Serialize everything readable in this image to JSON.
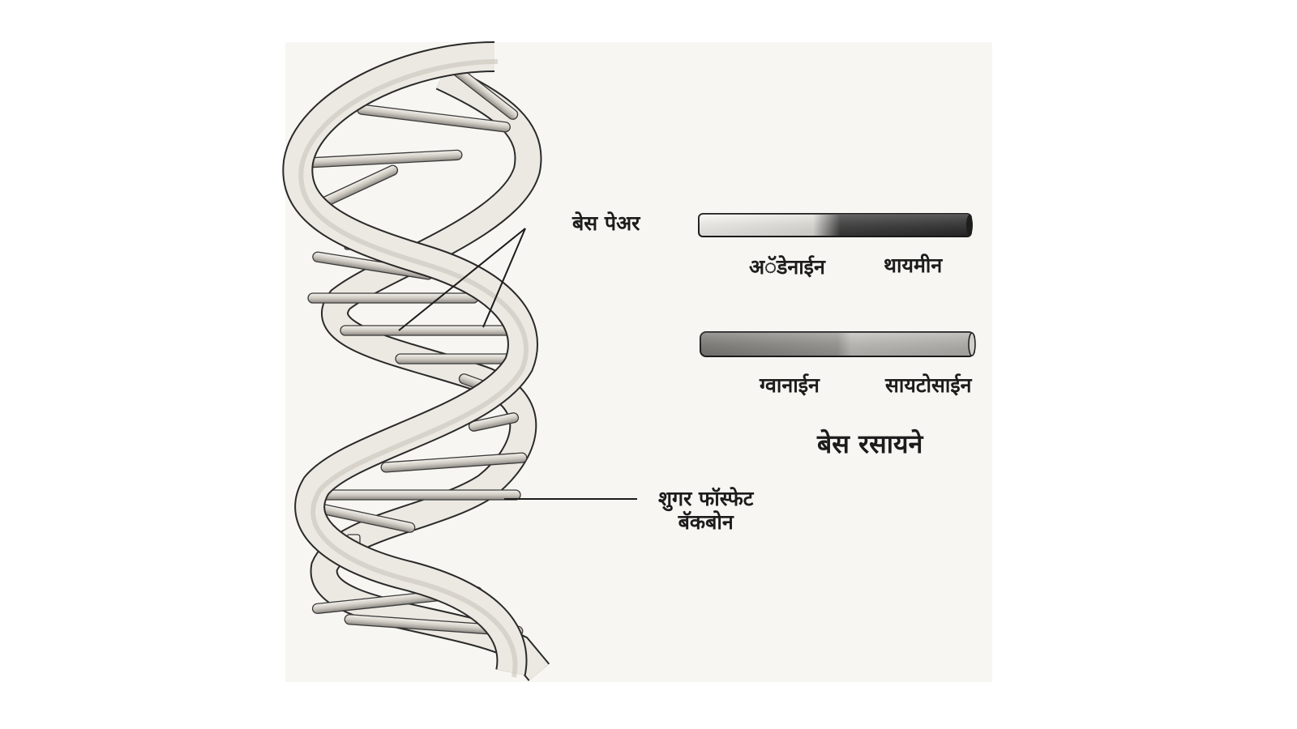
{
  "labels": {
    "base_pair": "बेस पेअर",
    "adenine": "अॅडेनाईन",
    "thymine": "थायमीन",
    "guanine": "ग्वानाईन",
    "cytosine": "सायटोसाईन",
    "bases_title": "बेस रसायने",
    "backbone_line1": "शुगर फॉस्फेट",
    "backbone_line2": "बॅकबोन"
  },
  "colors": {
    "ribbon_fill": "#ece9e2",
    "ribbon_edge": "#2a2a2a",
    "rung_fill": "#d9d6cf",
    "dark_base": "#2b2b2b",
    "mid_base": "#8a8a86",
    "light_base": "#f2f1ec"
  }
}
